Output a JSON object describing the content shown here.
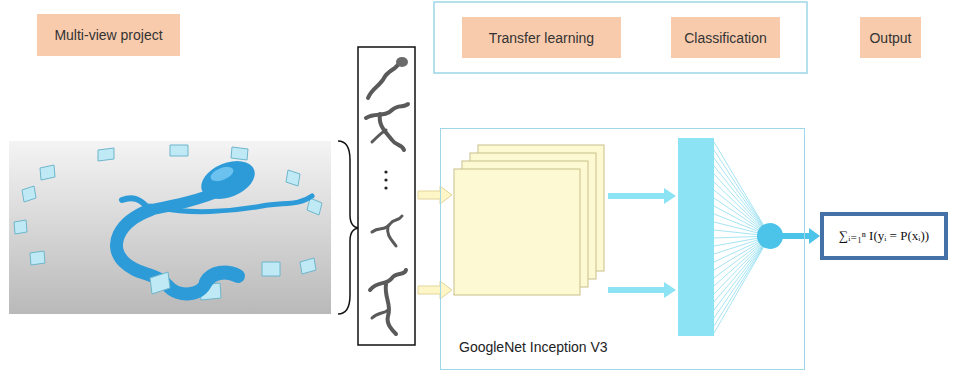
{
  "diagram": {
    "nodes": [
      {
        "text": [
          "Multi-view project"
        ]
      },
      {
        "text": [
          "Transfer learning"
        ]
      },
      {
        "text": [
          "Classification"
        ]
      },
      {
        "text": [
          "Output"
        ]
      },
      {
        "text": [
          "GoogleNet Inception V3"
        ]
      },
      {
        "text": [
          "∑ᵢ₌₁ⁿ I(yᵢ = P(xᵢ))"
        ]
      }
    ],
    "edges": [
      {
        "from": 4,
        "to": 5,
        "arrow": "to"
      }
    ]
  }
}
